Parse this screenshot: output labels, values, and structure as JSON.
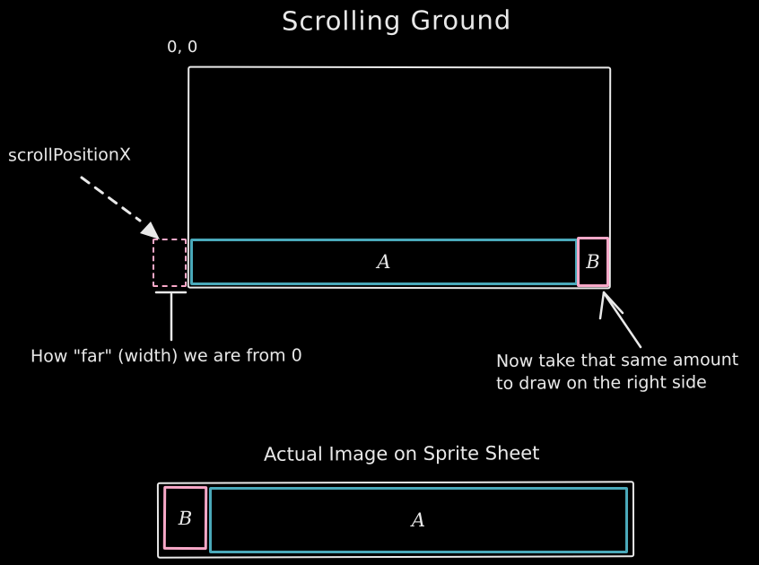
{
  "colors": {
    "background": "#000000",
    "ink": "#e9e9e9",
    "teal": "#4aa9ba",
    "pink": "#f8a8c8"
  },
  "scrolling_ground": {
    "title": "Scrolling Ground",
    "origin_label": "0, 0",
    "scroll_position_label": "scrollPositionX",
    "strip_a_label": "A",
    "strip_b_label": "B",
    "offset_annotation": "How \"far\" (width) we are from 0",
    "wrap_annotation_line1": "Now take that same amount",
    "wrap_annotation_line2": "to draw on the right side"
  },
  "sprite_sheet": {
    "title": "Actual Image on Sprite Sheet",
    "b_label": "B",
    "a_label": "A"
  }
}
